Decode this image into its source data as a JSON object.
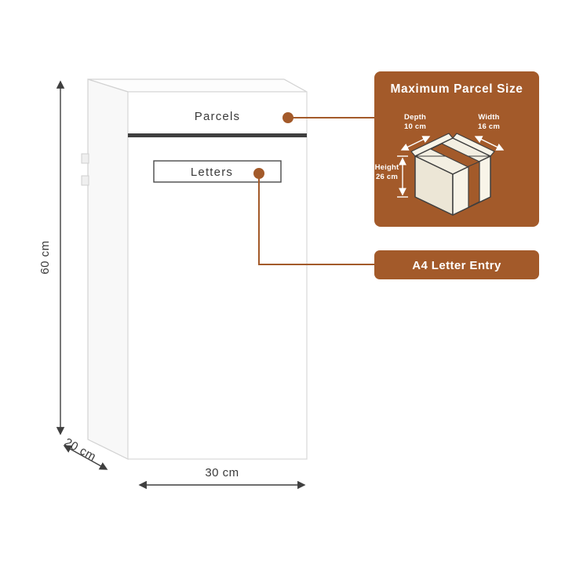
{
  "cabinet": {
    "parcels_label": "Parcels",
    "letters_label": "Letters"
  },
  "dimensions": {
    "height": "60 cm",
    "depth": "20 cm",
    "width": "30 cm"
  },
  "parcel_callout": {
    "title": "Maximum Parcel Size",
    "depth_label": "Depth",
    "depth_value": "10 cm",
    "width_label": "Width",
    "width_value": "16 cm",
    "height_label": "Height",
    "height_value": "26 cm"
  },
  "letter_callout": {
    "label": "A4 Letter Entry"
  },
  "colors": {
    "accent": "#A35A2A",
    "parcel_fill": "#F3EFE2",
    "outline": "#3F3F3F"
  }
}
